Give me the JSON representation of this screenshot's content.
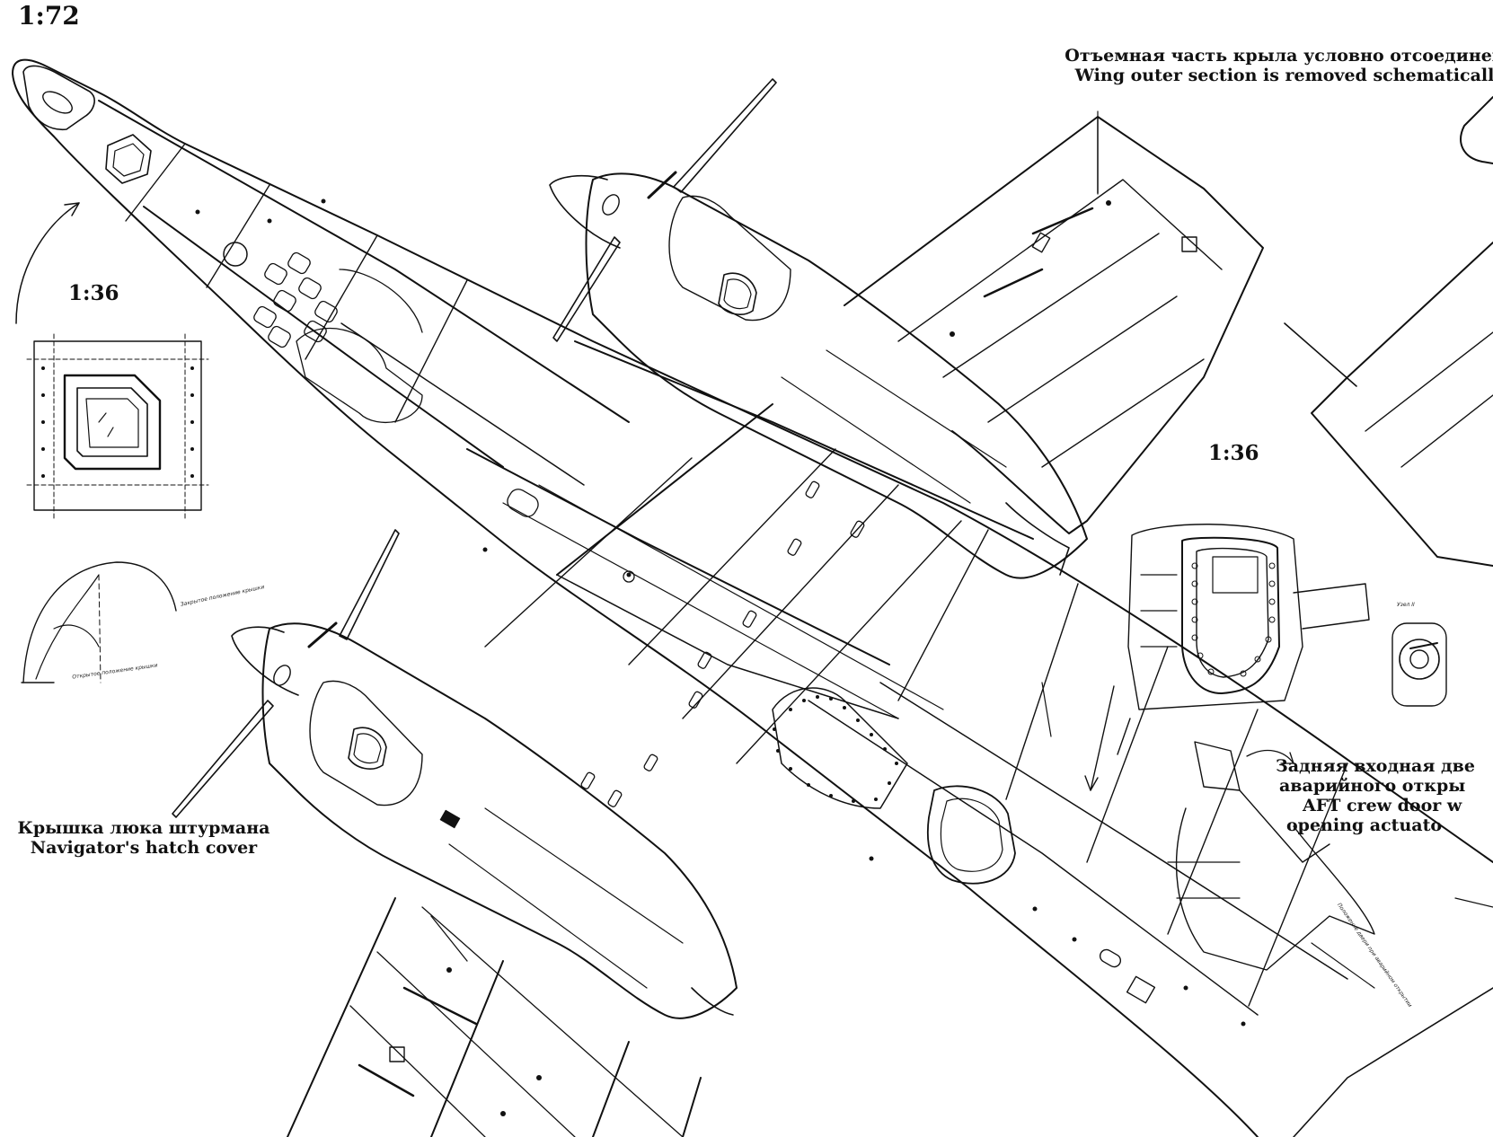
{
  "labels": {
    "scale_main": "1:72",
    "scale_detail_a": "1:36",
    "scale_detail_b": "1:36"
  },
  "captions": {
    "wing_removed": {
      "ru": "Отъемная часть крыла условно отсоединен",
      "en": "Wing outer section is removed schematicall"
    },
    "navigator_hatch": {
      "ru": "Крышка люка штурмана",
      "en": "Navigator's hatch cover"
    },
    "aft_door": {
      "ru1": "Задняя входная две",
      "ru2": "аварийного откры",
      "en1": "AFT crew door w",
      "en2": "opening actuato"
    }
  },
  "small_annotations": {
    "hatch_closed": "Закрытое положение крышки",
    "hatch_open": "Открытое положение крышки",
    "node": "Узел II",
    "door_open": "Положение двери при аварийном открытии"
  }
}
